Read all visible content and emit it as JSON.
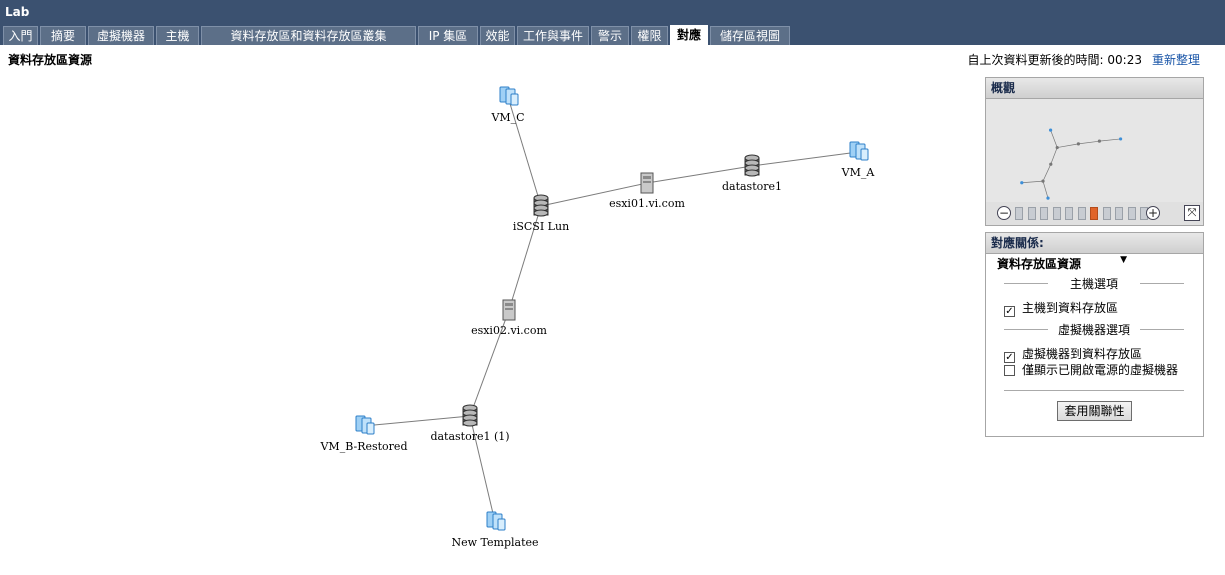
{
  "window": {
    "title": "Lab"
  },
  "tabs": [
    {
      "label": "入門"
    },
    {
      "label": "摘要"
    },
    {
      "label": "虛擬機器"
    },
    {
      "label": "主機"
    },
    {
      "label": "資料存放區和資料存放區叢集"
    },
    {
      "label": "IP 集區"
    },
    {
      "label": "效能"
    },
    {
      "label": "工作與事件"
    },
    {
      "label": "警示"
    },
    {
      "label": "權限"
    },
    {
      "label": "對應"
    },
    {
      "label": "儲存區視圖"
    }
  ],
  "active_tab": "對應",
  "page": {
    "heading": "資料存放區資源",
    "refresh_prefix": "自上次資料更新後的時間: 00:23",
    "refresh_link": "重新整理"
  },
  "map": {
    "nodes": [
      {
        "id": "vmc",
        "label": "VM_C",
        "type": "vm"
      },
      {
        "id": "lun",
        "label": "iSCSI Lun",
        "type": "datastore"
      },
      {
        "id": "esxi01",
        "label": "esxi01.vi.com",
        "type": "host"
      },
      {
        "id": "ds1",
        "label": "datastore1",
        "type": "datastore"
      },
      {
        "id": "vma",
        "label": "VM_A",
        "type": "vm"
      },
      {
        "id": "esxi02",
        "label": "esxi02.vi.com",
        "type": "host"
      },
      {
        "id": "ds1b",
        "label": "datastore1 (1)",
        "type": "datastore"
      },
      {
        "id": "vmb",
        "label": "VM_B-Restored",
        "type": "vm"
      },
      {
        "id": "tmpl",
        "label": "New Templatee",
        "type": "vm"
      }
    ],
    "edges": [
      [
        "vmc",
        "lun"
      ],
      [
        "lun",
        "esxi01"
      ],
      [
        "esxi01",
        "ds1"
      ],
      [
        "ds1",
        "vma"
      ],
      [
        "lun",
        "esxi02"
      ],
      [
        "esxi02",
        "ds1b"
      ],
      [
        "ds1b",
        "vmb"
      ],
      [
        "ds1b",
        "tmpl"
      ]
    ]
  },
  "overview": {
    "title": "概觀",
    "zoom_in_icon": "zoom-in-icon",
    "zoom_out_icon": "zoom-out-icon",
    "fit_icon": "fit-to-window-icon",
    "zoom_level": 6,
    "zoom_levels": 11
  },
  "relations": {
    "title": "對應關係:",
    "dropdown_value": "資料存放區資源",
    "host_section": "主機選項",
    "host_to_datastore": {
      "label": "主機到資料存放區",
      "checked": true
    },
    "vm_section": "虛擬機器選項",
    "vm_to_datastore": {
      "label": "虛擬機器到資料存放區",
      "checked": true
    },
    "powered_on_only": {
      "label": "僅顯示已開啟電源的虛擬機器",
      "checked": false
    },
    "apply_label": "套用關聯性"
  },
  "colors": {
    "titlebar": "#3b5170",
    "tab": "#5c6f88",
    "link": "#1a56a8",
    "zoom_active": "#e0642a"
  }
}
